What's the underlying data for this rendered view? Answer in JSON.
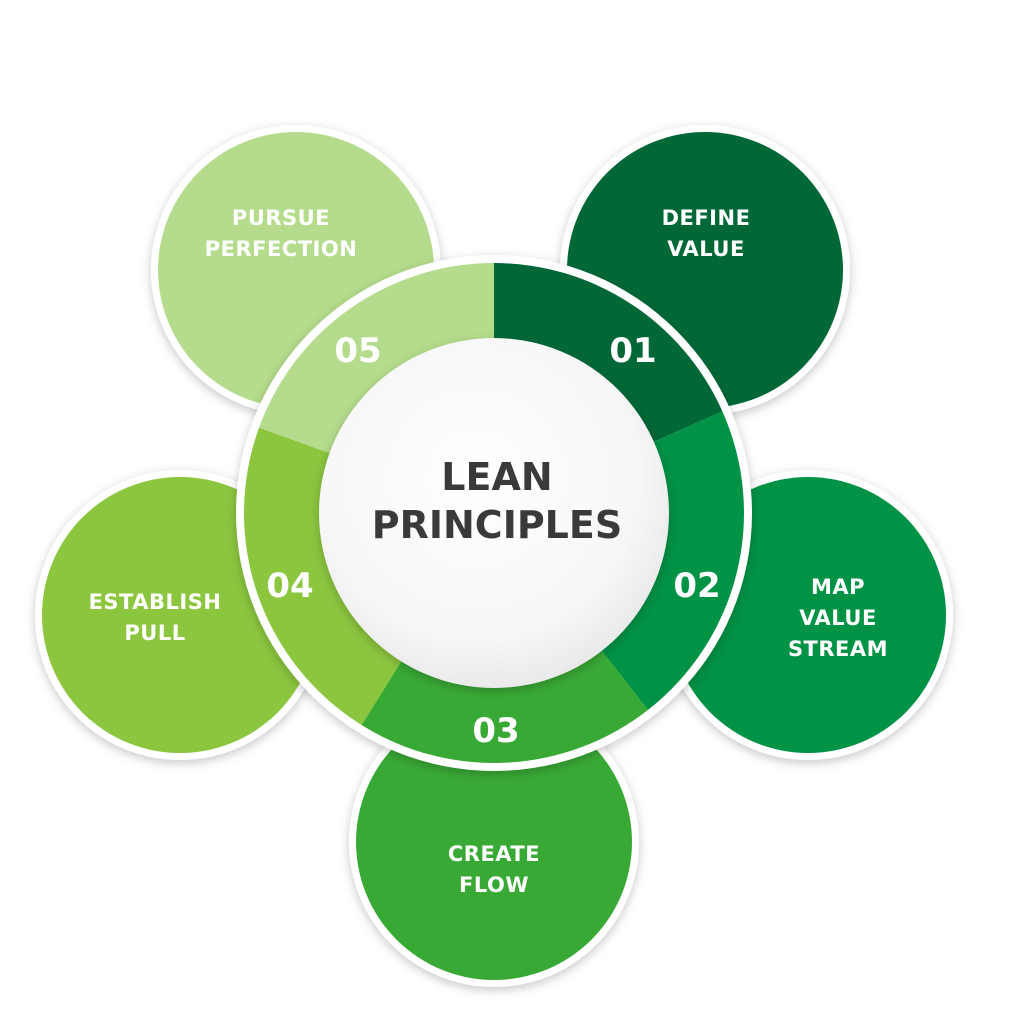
{
  "center": {
    "line1": "LEAN",
    "line2": "PRINCIPLES"
  },
  "principles": [
    {
      "number": "01",
      "line1": "DEFINE",
      "line2": "VALUE",
      "line3": "",
      "color": "#006837"
    },
    {
      "number": "02",
      "line1": "MAP",
      "line2": "VALUE",
      "line3": "STREAM",
      "color": "#009245"
    },
    {
      "number": "03",
      "line1": "CREATE",
      "line2": "FLOW",
      "line3": "",
      "color": "#39a935"
    },
    {
      "number": "04",
      "line1": "ESTABLISH",
      "line2": "PULL",
      "line3": "",
      "color": "#8cc63f"
    },
    {
      "number": "05",
      "line1": "PURSUE",
      "line2": "PERFECTION",
      "line3": "",
      "color": "#b5dc8c"
    }
  ]
}
